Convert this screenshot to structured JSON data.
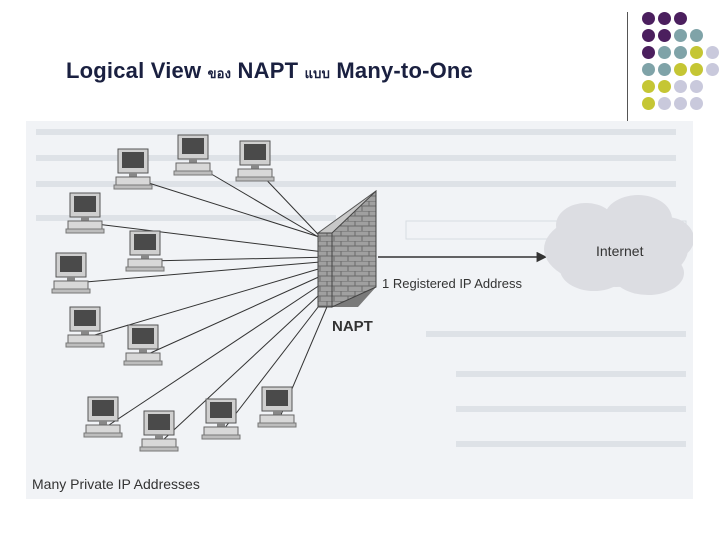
{
  "slide": {
    "title_part1": "Logical View",
    "title_thai1": "ของ",
    "title_part2": "NAPT",
    "title_thai2": "แบบ",
    "title_part3": "Many-to-One"
  },
  "diagram": {
    "internet_label": "Internet",
    "napt_label": "NAPT",
    "registered_label": "1 Registered IP Address",
    "private_label": "Many Private IP Addresses",
    "computer_count": 12
  },
  "colors": {
    "title": "#1a2040",
    "dot_purple": "#4b1f5e",
    "dot_teal": "#7fa3a8",
    "dot_olive": "#c5c634",
    "dot_lavender": "#c9c9dc",
    "wall": "#9a9a9a",
    "cloud": "#dcdde2",
    "link": "#333333"
  }
}
